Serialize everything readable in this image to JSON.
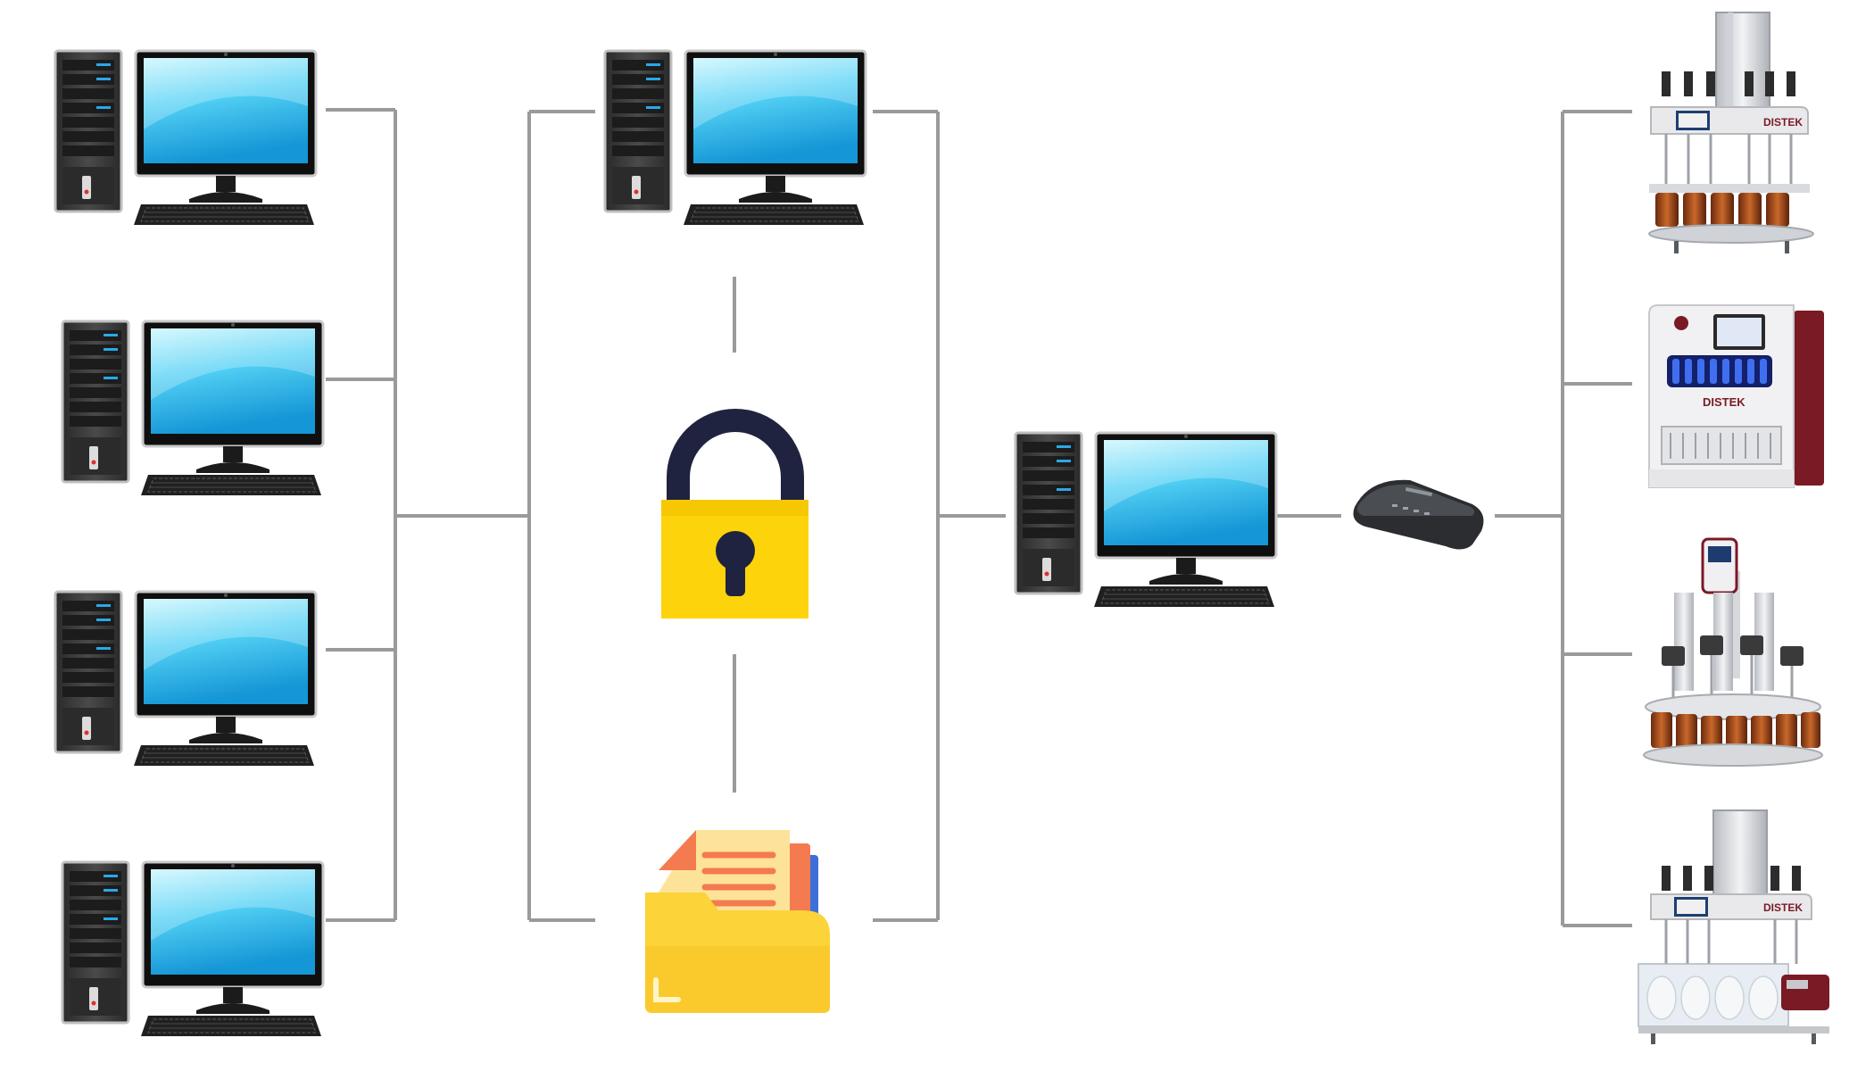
{
  "colors": {
    "connector": "#9a9a9a",
    "screen_light": "#bdf0ff",
    "screen_dark": "#19a6e0",
    "monitor_frame": "#1a1a1a",
    "tower": "#3a3a3a",
    "lock_body": "#fdd30b",
    "lock_shackle": "#1f2340",
    "folder_front": "#fcd338",
    "folder_back": "#f6b21b",
    "paper": "#fde39a",
    "paper_lines": "#f47b4f",
    "instrument_body": "#e9e9ec",
    "instrument_accent": "#7a1a24"
  },
  "icons": {
    "workstation": "desktop-computer-icon",
    "lock": "padlock-icon",
    "folder": "document-folder-icon",
    "hub": "network-switch-icon",
    "instrument": "dissolution-tester-icon"
  },
  "brand": {
    "instrument_logo": "DISTEK"
  },
  "nodes": {
    "clients": [
      {
        "name": "client-workstation-1"
      },
      {
        "name": "client-workstation-2"
      },
      {
        "name": "client-workstation-3"
      },
      {
        "name": "client-workstation-4"
      }
    ],
    "server": {
      "name": "server-workstation"
    },
    "lock": {
      "name": "security-lock"
    },
    "folder": {
      "name": "data-folder"
    },
    "controller": {
      "name": "controller-workstation"
    },
    "hub": {
      "name": "network-hub"
    },
    "instruments": [
      {
        "name": "dissolution-instrument-1",
        "style": "tall"
      },
      {
        "name": "dissolution-instrument-2",
        "style": "cabinet"
      },
      {
        "name": "dissolution-instrument-3",
        "style": "carousel"
      },
      {
        "name": "dissolution-instrument-4",
        "style": "bath"
      }
    ]
  }
}
